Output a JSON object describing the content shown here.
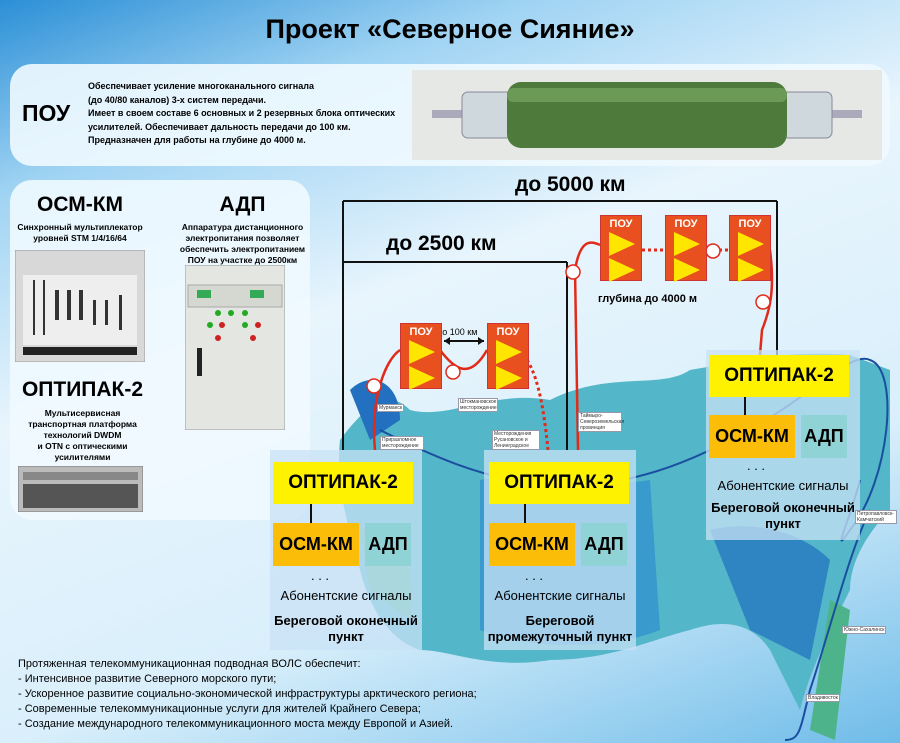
{
  "title": "Проект «Северное Сияние»",
  "pou_panel": {
    "heading": "ПОУ",
    "lines": [
      "Обеспечивает усиление многоканального сигнала",
      "(до 40/80 каналов) 3-х систем передачи.",
      "Имеет в своем составе 6 основных и 2 резервных блока оптических",
      "усилителей. Обеспечивает дальность передачи до 100 км.",
      "Предназначен для работы на глубине до 4000 м."
    ]
  },
  "devices": {
    "osm": {
      "title": "ОСМ-КМ",
      "desc": [
        "Синхронный мультиплекатор",
        "уровней STM 1/4/16/64"
      ]
    },
    "adp": {
      "title": "АДП",
      "desc": [
        "Аппаратура дистанционного",
        "электропитания позволяет",
        "обеспечить электропитанием",
        "ПОУ на участке до 2500км"
      ]
    },
    "optipak": {
      "title": "ОПТИПАК-2",
      "desc": [
        "Мультисервисная",
        "транспортная платформа",
        "технологий DWDM",
        "и OTN с оптическими",
        "усилителями"
      ]
    }
  },
  "diagram": {
    "dist_5000": "до 5000 км",
    "dist_2500": "до 2500 км",
    "dist_100": "до 100 км",
    "depth": "глубина до 4000 м",
    "pou_label": "ПОУ",
    "nodes": [
      {
        "optipak": "ОПТИПАК-2",
        "osm": "ОСМ-КМ",
        "adp": "АДП",
        "dots": ". . .",
        "signals": "Абонентские сигналы",
        "name1": "Береговой оконечный",
        "name2": "пункт"
      },
      {
        "optipak": "ОПТИПАК-2",
        "osm": "ОСМ-КМ",
        "adp": "АДП",
        "dots": ". . .",
        "signals": "Абонентские сигналы",
        "name1": "Береговой",
        "name2": "промежуточный пункт"
      },
      {
        "optipak": "ОПТИПАК-2",
        "osm": "ОСМ-КМ",
        "adp": "АДП",
        "dots": ". . .",
        "signals": "Абонентские сигналы",
        "name1": "Береговой оконечный",
        "name2": "пункт"
      }
    ],
    "cities": {
      "murmansk": "Мурманск",
      "sakhalinsk": "Южно-Сахалинск",
      "vladivostok": "Владивосток",
      "petropavlovsk": "Петропавловск-Камчатский"
    },
    "fields": {
      "shtokman": "Штокмановское месторождение",
      "rusanov": "Месторождения Русановское и Ленинградское",
      "taimyr": "Таймыро-Североземельская провинция",
      "prirazlom": "Приразломное месторождение"
    }
  },
  "bottom": {
    "lines": [
      "Протяженная телекоммуникационная подводная ВОЛС обеспечит:",
      "- Интенсивное развитие Северного морского пути;",
      "- Ускоренное развитие социально-экономической инфраструктуры арктического региона;",
      "- Современные телекоммуникационные услуги для жителей Крайнего Севера;",
      "- Создание международного телекоммуникационного моста между Европой и Азией."
    ]
  }
}
